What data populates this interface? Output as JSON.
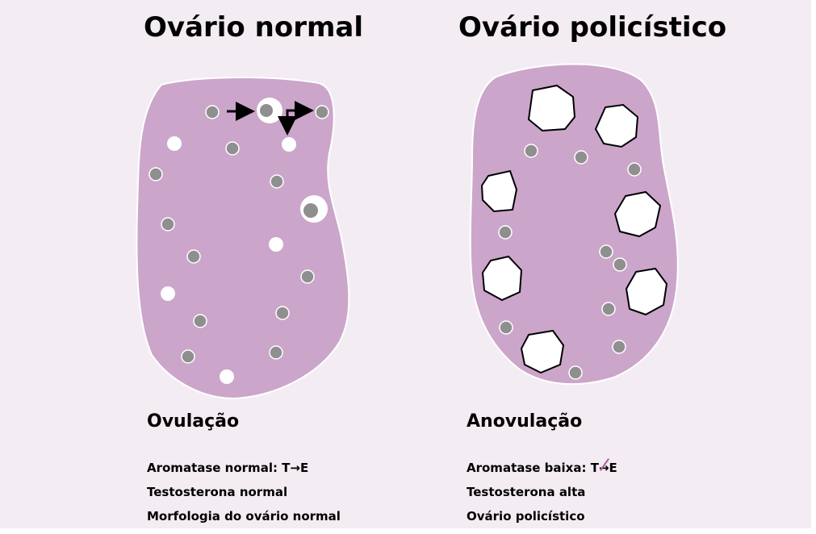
{
  "colors": {
    "background": "#f4ecf3",
    "ovary_fill": "#cca5cb",
    "follicle_gray": "#8f8f8f",
    "follicle_white": "#ffffff",
    "cyst_outline": "#000000",
    "strike": "#b0609e"
  },
  "left": {
    "title": "Ovário normal",
    "subtitle": "Ovulação",
    "facts": {
      "aromatase_prefix": "Aromatase normal: T",
      "aromatase_arrow": "→",
      "aromatase_suffix": "E",
      "testosterone": "Testosterona normal",
      "morphology": "Morfologia do ovário normal"
    }
  },
  "right": {
    "title": "Ovário policístico",
    "subtitle": "Anovulação",
    "facts": {
      "aromatase_prefix": "Aromatase baixa: T",
      "aromatase_arrow": "→",
      "aromatase_suffix": "E",
      "testosterone": "Testosterona alta",
      "morphology": "Ovário policístico"
    }
  }
}
